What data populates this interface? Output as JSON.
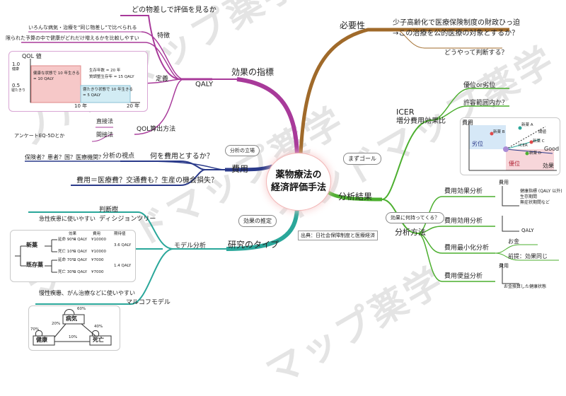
{
  "watermarks": [
    {
      "text": "ノハイマップ薬学"
    },
    {
      "text": "マインドマップ薬学"
    },
    {
      "text": "インドマップ薬学"
    },
    {
      "text": "マップ薬学"
    }
  ],
  "center": {
    "line1": "薬物療法の",
    "line2": "経済評価手法"
  },
  "ref_note": "出典：日社会保障制度と医療経済",
  "necessity": {
    "title": "必要性",
    "line1": "少子高齢化で医療保険制度の財政ひっ迫",
    "line2": "→この治療を公的医療の対象とするか？",
    "line3": "どうやって判断する？"
  },
  "indicator": {
    "title": "効果の指標",
    "what": "どの物差しで評価を見るか",
    "qaly": "QALY",
    "feature": "特徴",
    "feat1": "いろんな病気・治療を\"同じ物差し\"で比べられる",
    "feat2": "限られた予算の中で健康がどれだけ増えるかを比較しやすい",
    "definition": "定義",
    "calc": "QOL算出方法",
    "direct": "直接法",
    "indirect": "間接法",
    "questionnaire": "アンケートEQ-5Dとか",
    "qol_chart": {
      "ylabel": "QOL 値",
      "y1": "1.0",
      "y1b": "健康",
      "y05": "0.5",
      "y05b": "寝たきり",
      "healthy_label": "健康な状態で 10 年生きる",
      "healthy_q": "= 10 QALY",
      "bed_label": "寝たきり状態で 10 年生きる",
      "bed_q": "= 5 QALY",
      "side1": "生存年数 = 20 年",
      "side2": "質調整生存年 = 15 QALY",
      "x10": "10 年",
      "x20": "20 年"
    }
  },
  "cost": {
    "title": "費用",
    "view_tag": "分析の立場",
    "viewpoint": "分析の視点",
    "who": "保険者？患者？国？医療機関？",
    "what": "何を費用とするか？",
    "example": "費用＝医療費？交通費も？生産の機会損失？"
  },
  "study": {
    "title": "研究のタイプ",
    "effect_tag": "効果の推定",
    "model": "モデル分析",
    "tree_title1": "判断樹",
    "tree_title2": "ディシジョンツリー",
    "acute": "急性疾患に使いやすい",
    "markov": "マルコフモデル",
    "chronic": "慢性疾患、がん治療などに使いやすい",
    "tree": {
      "h_effect": "効果",
      "h_cost": "費用",
      "h_expect": "期待値",
      "new": "新薬",
      "old": "既存薬",
      "r1": "延命 90%",
      "r2": "死亡 10%",
      "r3": "延命 70%",
      "r4": "死亡 30%",
      "q1": "4 QALY",
      "q2": "0 QALY",
      "q3": "2 QALY",
      "q4": "0 QALY",
      "c1": "¥10000",
      "c2": "¥10000",
      "c3": "¥7000",
      "c4": "¥7000",
      "e1": "3.6 QALY",
      "e2": "1.4 QALY"
    },
    "markov_d": {
      "ill": "病気",
      "healthy": "健康",
      "dead": "死亡",
      "p60": "60%",
      "p20": "20%",
      "p70": "70%",
      "p40": "40%",
      "p10": "10%"
    }
  },
  "result": {
    "title": "分析結果",
    "goal_tag": "まずゴール",
    "icer": "ICER",
    "icer2": "増分費用効果比",
    "superior": "優位or劣位",
    "range": "許容範囲内か？",
    "plane": {
      "y": "費用",
      "x": "効果",
      "inferior": "劣位",
      "dominant": "優位",
      "a": "新薬 A",
      "b": "新薬 B",
      "c": "新薬 C",
      "d": "新薬 D",
      "threshold": "閾値",
      "icer": "ICER",
      "good": "Good"
    }
  },
  "method": {
    "title": "分析方法",
    "tag": "効果に何持ってくる？",
    "cea": "費用効果分析",
    "cea_y": "費用",
    "cea_x1": "健康指標 (QALY 以外)",
    "cea_x2": "生存期間",
    "cea_x3": "無症状期間など",
    "cua": "費用効用分析",
    "cua_x": "QALY",
    "cma": "費用最小化分析",
    "cma_1": "お金",
    "cma_2": "前提：効果同じ",
    "cba": "費用便益分析",
    "cba_y": "費用",
    "cba_x": "お金換算した健康状態"
  },
  "colors": {
    "purple": "#a83a9a",
    "brown": "#a06a2a",
    "green": "#4caf2f",
    "teal": "#2aa79a",
    "navy": "#2a3a8a"
  }
}
